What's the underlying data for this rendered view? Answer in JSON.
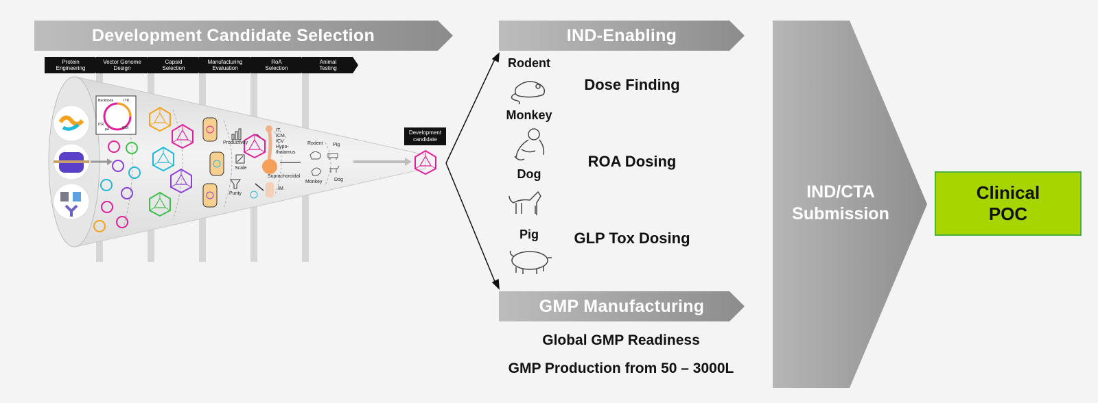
{
  "banners": {
    "development_candidate_selection": "Development Candidate Selection",
    "ind_enabling": "IND-Enabling",
    "gmp_manufacturing": "GMP Manufacturing"
  },
  "steps": [
    {
      "line1": "Protein",
      "line2": "Engineering"
    },
    {
      "line1": "Vector Genome",
      "line2": "Design"
    },
    {
      "line1": "Capsid",
      "line2": "Selection"
    },
    {
      "line1": "Manufacturing",
      "line2": "Evaluation"
    },
    {
      "line1": "RoA",
      "line2": "Selection"
    },
    {
      "line1": "Animal",
      "line2": "Testing"
    }
  ],
  "funnel": {
    "plasmid_labels": {
      "backbone": "Backbone",
      "itr_top": "ITR",
      "itr_left": "ITR",
      "pa": "pA",
      "goi": "GOI"
    },
    "manufacturing_labels": {
      "productivity": "Productivity",
      "scale": "Scale",
      "purity": "Purity"
    },
    "roa_labels": {
      "cns_1": "IT,",
      "cns_2": "ICM,",
      "cns_3": "ICV",
      "cns_4": "Hypo-",
      "cns_5": "thalamus",
      "suprachoroidal": "Suprachoroidal",
      "im": "IM"
    },
    "animal_labels": {
      "rodent": "Rodent",
      "pig": "Pig",
      "monkey": "Monkey",
      "dog": "Dog"
    },
    "dev_candidate_1": "Development",
    "dev_candidate_2": "candidate"
  },
  "ind_enabling": {
    "animals": [
      {
        "label": "Rodent",
        "icon": "rodent-icon"
      },
      {
        "label": "Monkey",
        "icon": "monkey-icon"
      },
      {
        "label": "Dog",
        "icon": "dog-icon"
      },
      {
        "label": "Pig",
        "icon": "pig-icon"
      }
    ],
    "studies": [
      "Dose Finding",
      "ROA Dosing",
      "GLP Tox Dosing"
    ]
  },
  "gmp": {
    "line1": "Global GMP Readiness",
    "line2": "GMP Production from 50 – 3000L"
  },
  "submission": {
    "line1": "IND/CTA",
    "line2": "Submission"
  },
  "clinical_poc": {
    "line1": "Clinical",
    "line2": "POC"
  },
  "colors": {
    "banner_start": "#bdbdbd",
    "banner_end": "#8c8c8c",
    "poc_fill": "#a6d500",
    "poc_border": "#4caf3b",
    "capsid_magenta": "#e0209a",
    "capsid_cyan": "#1fb8d8",
    "capsid_orange": "#f5a21b",
    "capsid_green": "#3cbf4a",
    "capsid_purple": "#8a3fd6"
  }
}
